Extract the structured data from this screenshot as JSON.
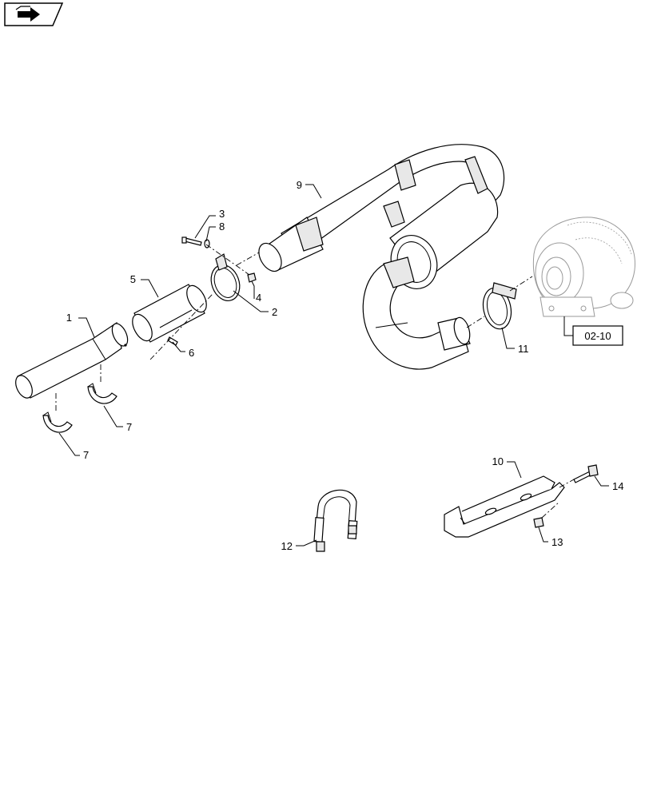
{
  "nav_badge": {
    "icon": "arrow-next-icon"
  },
  "reference_box": {
    "text": "02-10"
  },
  "callouts": [
    {
      "id": "c1",
      "text": "1"
    },
    {
      "id": "c2",
      "text": "2"
    },
    {
      "id": "c3",
      "text": "3"
    },
    {
      "id": "c4",
      "text": "4"
    },
    {
      "id": "c5",
      "text": "5"
    },
    {
      "id": "c6",
      "text": "6"
    },
    {
      "id": "c7a",
      "text": "7"
    },
    {
      "id": "c7b",
      "text": "7"
    },
    {
      "id": "c8",
      "text": "8"
    },
    {
      "id": "c9",
      "text": "9"
    },
    {
      "id": "c10",
      "text": "10"
    },
    {
      "id": "c11",
      "text": "11"
    },
    {
      "id": "c12",
      "text": "12"
    },
    {
      "id": "c13",
      "text": "13"
    },
    {
      "id": "c14",
      "text": "14"
    }
  ]
}
